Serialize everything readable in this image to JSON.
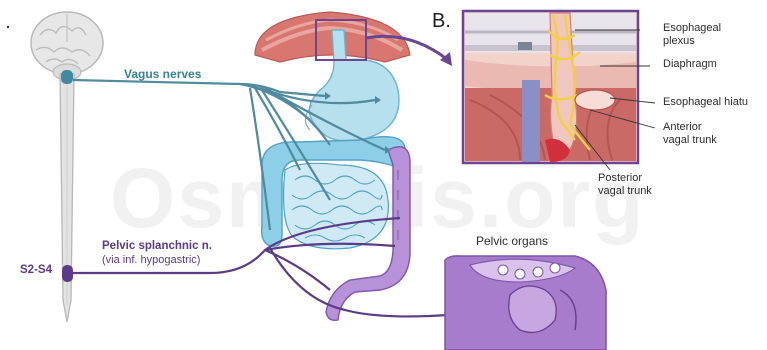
{
  "labels": {
    "vagus_nerves": "Vagus nerves",
    "pelvic_splanchnic": "Pelvic splanchnic n.",
    "via_hypogastric": "(via inf. hypogastric)",
    "s2_s4": "S2-S4",
    "pelvic_organs": "Pelvic organs",
    "panel_b": "B.",
    "esophageal_plexus": [
      "Esophageal",
      "plexus"
    ],
    "diaphragm": "Diaphragm",
    "esophageal_hiatus": "Esophageal hiatu",
    "anterior_vagal_trunk": [
      "Anterior",
      "vagal trunk"
    ],
    "posterior_vagal_trunk": [
      "Posterior",
      "vagal trunk"
    ]
  },
  "watermark": "Osmosis.org",
  "colors": {
    "vagus": "#4f8a9e",
    "pelvic": "#6a3f8f",
    "intestine": "#8ecfe8",
    "colon_descending": "#b38ad6",
    "diaphragm": "#d9766f",
    "spinal_cord": "#dcdcdc",
    "brain": "#e5e5e5"
  }
}
